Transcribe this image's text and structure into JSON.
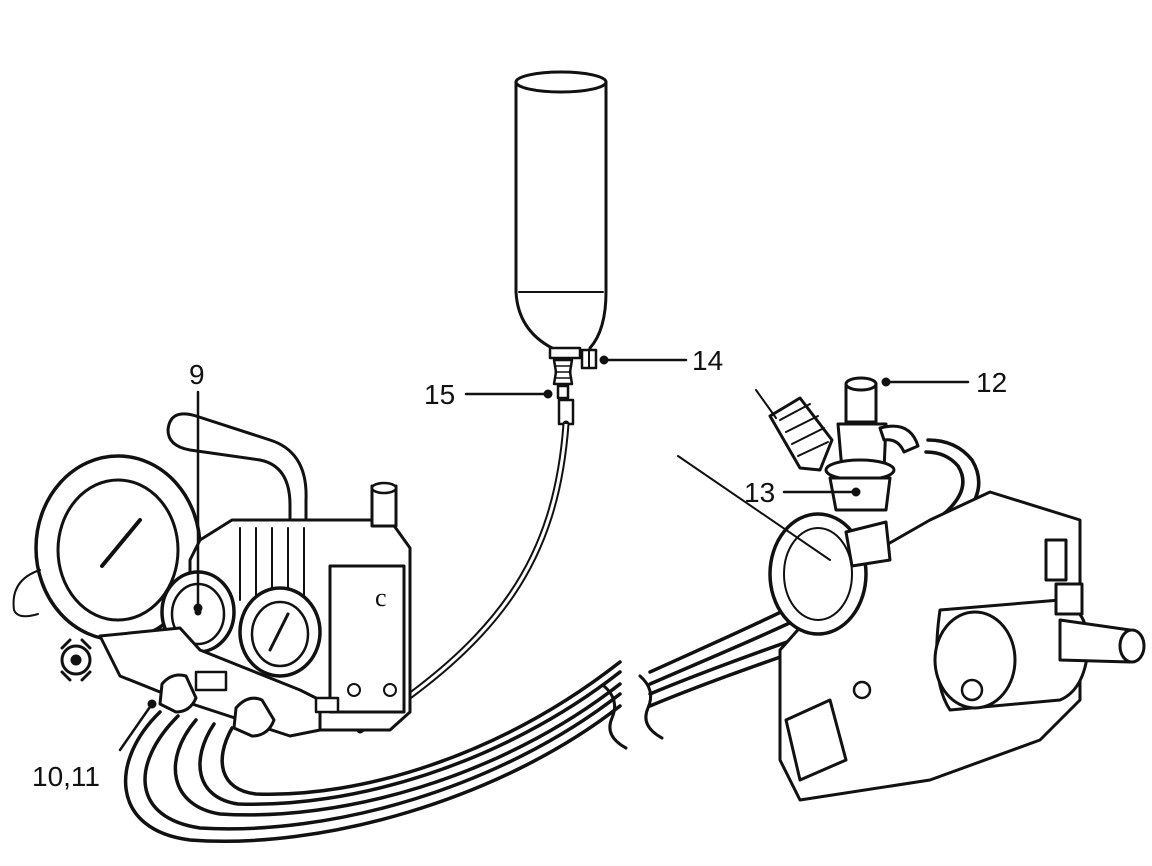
{
  "figure": {
    "callouts": {
      "c9": "9",
      "c10_11": "10,11",
      "c12": "12",
      "c13": "13",
      "c14": "14",
      "c15": "15"
    },
    "colors": {
      "ink": "#111111",
      "paper": "#ffffff"
    }
  }
}
